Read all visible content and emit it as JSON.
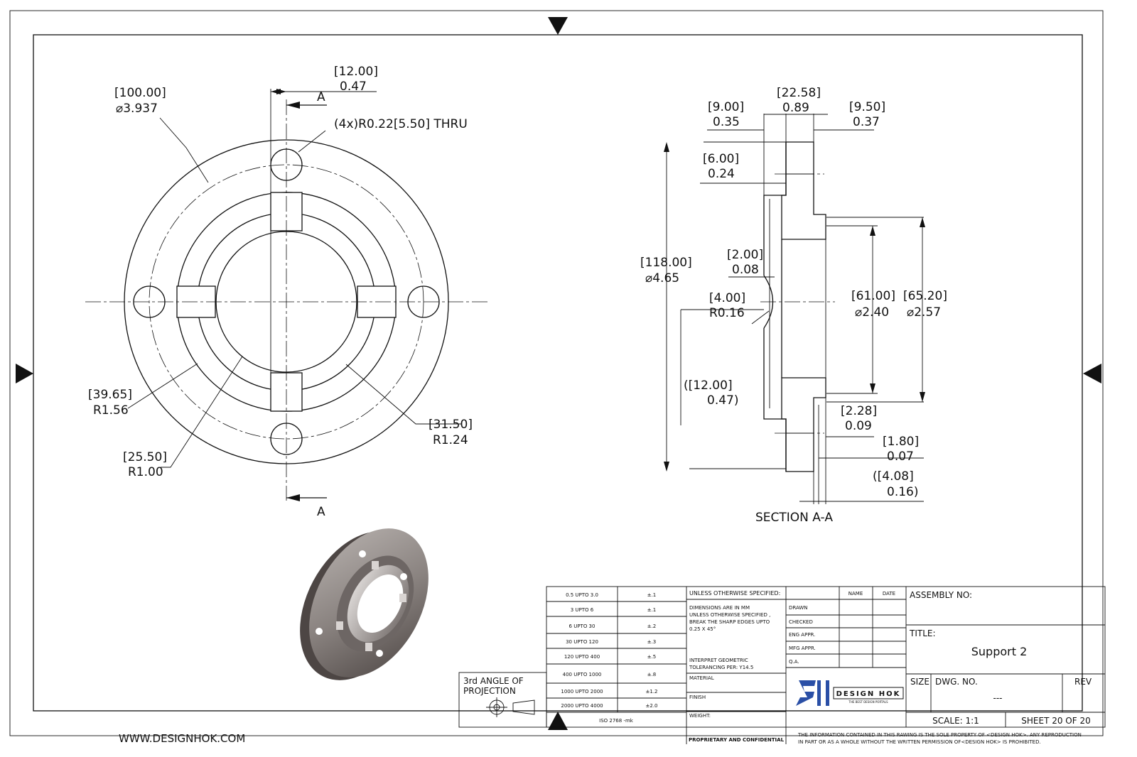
{
  "front_view": {
    "bolt_circle": {
      "mm": "100.00",
      "in": "⌀3.937"
    },
    "hole_offset": {
      "mm": "12.00",
      "in": "0.47"
    },
    "holes": {
      "prefix": "(4x)R0.22",
      "mm": "5.50",
      "suffix": "THRU"
    },
    "r_outer": {
      "mm": "39.65",
      "in": "R1.56"
    },
    "r_bore": {
      "mm": "25.50",
      "in": "R1.00"
    },
    "r_slot": {
      "mm": "31.50",
      "in": "R1.24"
    },
    "section_letter": "A"
  },
  "section_view": {
    "label": "SECTION A-A",
    "d_total": {
      "mm": "22.58",
      "in": "0.89"
    },
    "d_left": {
      "mm": "9.00",
      "in": "0.35"
    },
    "d_right": {
      "mm": "9.50",
      "in": "0.37"
    },
    "d_step": {
      "mm": "6.00",
      "in": "0.24"
    },
    "d_outer": {
      "mm": "118.00",
      "in": "⌀4.65"
    },
    "d_groove": {
      "mm": "2.00",
      "in": "0.08"
    },
    "d_fillet": {
      "mm": "4.00",
      "in": "R0.16"
    },
    "d_ref": {
      "mm": "12.00",
      "in": "0.47"
    },
    "d_bore1": {
      "mm": "61.00",
      "in": "⌀2.40"
    },
    "d_bore2": {
      "mm": "65.20",
      "in": "⌀2.57"
    },
    "d_lip1": {
      "mm": "2.28",
      "in": "0.09"
    },
    "d_lip2": {
      "mm": "1.80",
      "in": "0.07"
    },
    "d_lip3": {
      "mm": "4.08",
      "in": "0.16"
    }
  },
  "tolerance_table": {
    "rows": [
      [
        "0.5 UPTO 3.0",
        "±.1"
      ],
      [
        "3 UPTO 6",
        "±.1"
      ],
      [
        "6 UPTO 30",
        "±.2"
      ],
      [
        "30 UPTO 120",
        "±.3"
      ],
      [
        "120 UPTO 400",
        "±.5"
      ],
      [
        "400 UPTO 1000",
        "±.8"
      ],
      [
        "1000 UPTO 2000",
        "±1.2"
      ],
      [
        "2000 UPTO 4000",
        "±2.0"
      ]
    ],
    "standard": "ISO 2768 -mk"
  },
  "notes": {
    "header": "UNLESS OTHERWISE SPECIFIED:",
    "dims": [
      "DIMENSIONS ARE IN MM",
      "UNLESS OTHERWISE SPECIFIED ,",
      "BREAK THE SHARP EDGES UPTO",
      "0.25 X 45°"
    ],
    "gdt": [
      "INTERPRET GEOMETRIC",
      "TOLERANCING PER: Y14.5"
    ],
    "material": "MATERIAL",
    "finish": "FINISH",
    "weight": "WEIGHT:"
  },
  "approvals": {
    "name_header": "NAME",
    "date_header": "DATE",
    "rows": [
      "DRAWN",
      "CHECKED",
      "ENG APPR.",
      "MFG APPR.",
      "Q.A."
    ]
  },
  "projection": [
    "3rd ANGLE OF",
    "PROJECTION"
  ],
  "logo": {
    "name": "DESIGN HOK",
    "tagline": "THE BEST DESIGN PORTALS"
  },
  "title_block": {
    "assembly_label": "ASSEMBLY NO:",
    "title_label": "TITLE:",
    "title": "Support 2",
    "size_label": "SIZE",
    "dwg_label": "DWG.  NO.",
    "dwg_no": "---",
    "rev_label": "REV",
    "scale": "SCALE: 1:1",
    "sheet": "SHEET 20 OF 20"
  },
  "footer": {
    "website": "WWW.DESIGNHOK.COM",
    "proprietary": "PROPRIETARY AND CONFIDENTIAL",
    "disclaimer": [
      "THE INFORMATION CONTAINED IN THIS RAWING IS THE SOLE PROPERTY OF <DESIGN HOK>.  ANY REPRODUCTION",
      "IN PART OR AS A WHOLE WITHOUT THE WRITTEN PERMISSION OF<DESIGN HOK> IS PROHIBITED."
    ]
  },
  "colors": {
    "line": "#111111",
    "part_dark": "#5a5350",
    "part_light": "#a8a2a0"
  }
}
